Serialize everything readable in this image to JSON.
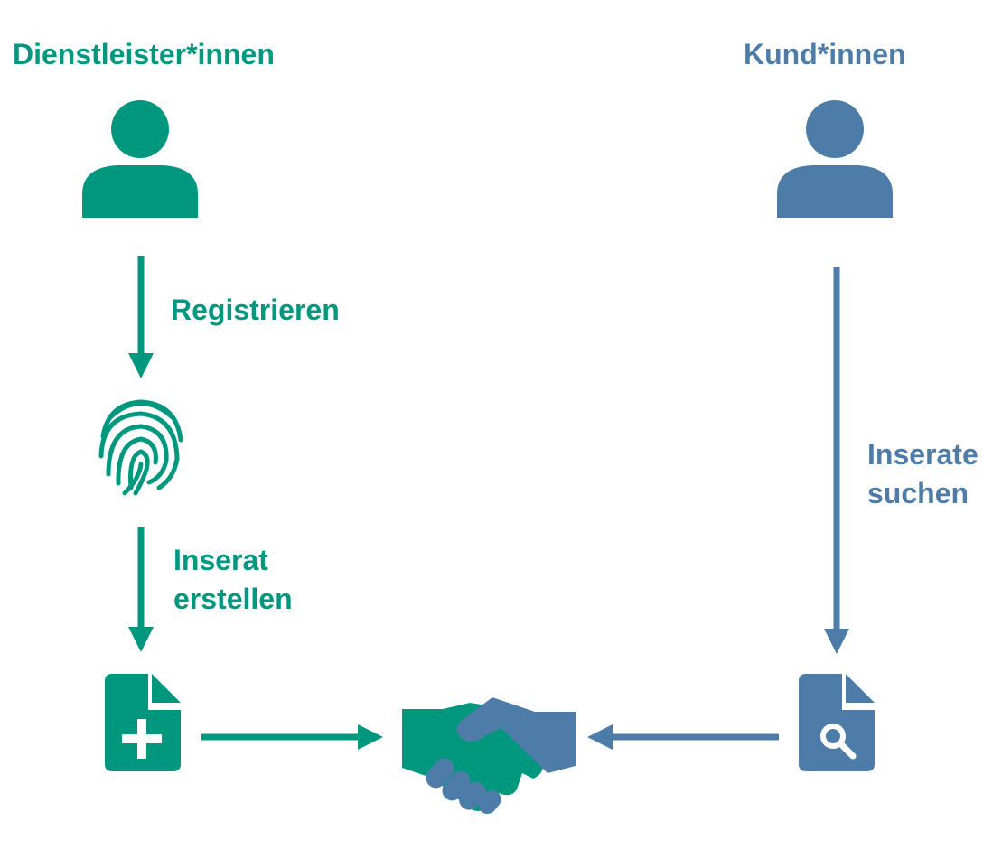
{
  "colors": {
    "provider": "#00977f",
    "customer": "#4e7ca8"
  },
  "provider": {
    "heading": "Dienstleister*innen",
    "step1": "Registrieren",
    "step2_line1": "Inserat",
    "step2_line2": "erstellen"
  },
  "customer": {
    "heading": "Kund*innen",
    "step1_line1": "Inserate",
    "step1_line2": "suchen"
  },
  "icons": [
    "person-icon",
    "fingerprint-icon",
    "file-plus-icon",
    "handshake-icon",
    "file-search-icon"
  ]
}
